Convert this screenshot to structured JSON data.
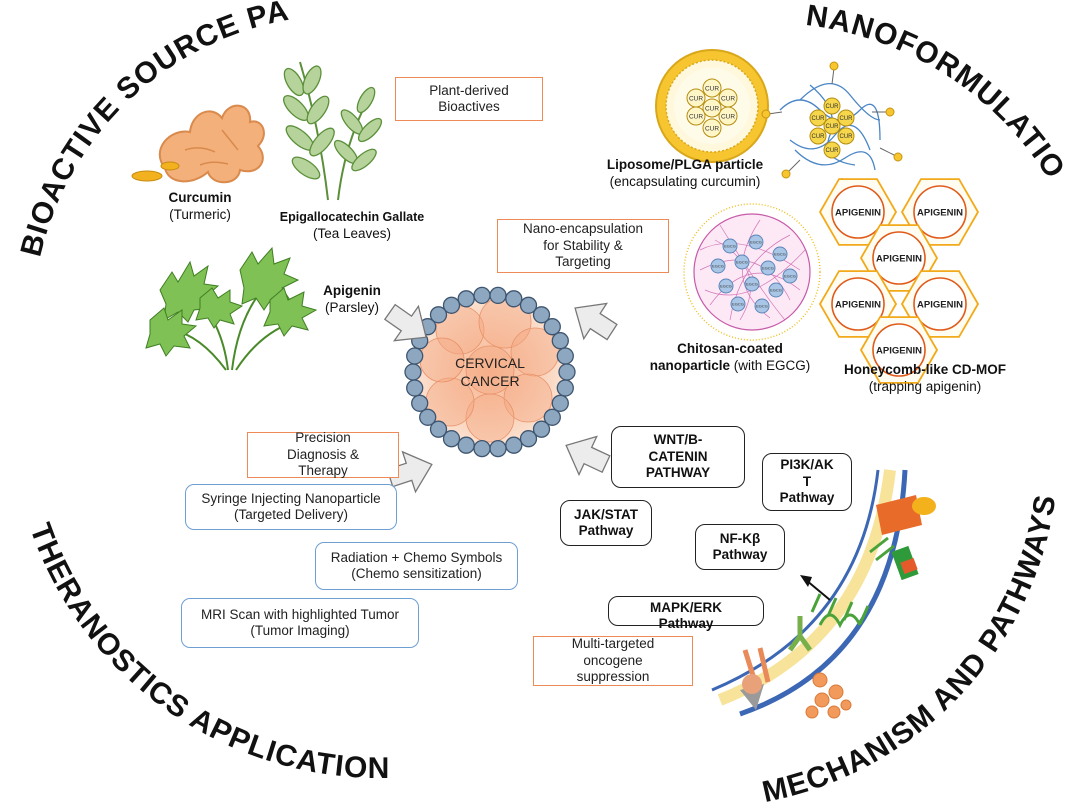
{
  "quadrant_titles": {
    "bioactive": "BIOACTIVE SOURCE PANEL",
    "nano": "NANOFORMULATION",
    "theranostics": "THERANOSTICS APPLICATIONS",
    "mechanism": "MECHANISM AND PATHWAYS"
  },
  "center": {
    "line1": "CERVICAL",
    "line2": "CANCER"
  },
  "sources": {
    "curcumin": {
      "name": "Curcumin",
      "source": "(Turmeric)"
    },
    "egcg": {
      "name": "Epigallocatechin Gallate",
      "source": "(Tea Leaves)"
    },
    "apigenin": {
      "name": "Apigenin",
      "source": "(Parsley)"
    }
  },
  "boxes": {
    "plant_derived": "Plant-derived\nBioactives",
    "nano_encapsulation": "Nano-encapsulation\nfor Stability &\nTargeting",
    "precision": "Precision\nDiagnosis &\nTherapy",
    "multi_targeted": "Multi-targeted\noncogene\nsuppression"
  },
  "nano": {
    "liposome": {
      "title": "Liposome/PLGA particle",
      "sub": "(encapsulating curcumin)"
    },
    "chitosan": {
      "title": "Chitosan-coated",
      "title2": "nanoparticle",
      "sub": "(with EGCG)"
    },
    "cdmof": {
      "title": "Honeycomb-like CD-MOF",
      "sub": "(trapping apigenin)"
    },
    "cur_label": "CUR",
    "egcg_label": "EGCG",
    "apigenin_label": "APIGENIN"
  },
  "theranostics": {
    "syringe": "Syringe Injecting Nanoparticle\n(Targeted Delivery)",
    "radiation": "Radiation + Chemo Symbols\n(Chemo sensitization)",
    "mri": "MRI Scan with highlighted Tumor\n(Tumor Imaging)"
  },
  "pathways": {
    "wnt": "WNT/B-\nCATENIN\nPATHWAY",
    "jak": "JAK/STAT\nPathway",
    "pi3k": "PI3K/AK\nT\nPathway",
    "nfkb": "NF-Kβ\nPathway",
    "mapk": "MAPK/ERK\nPathway"
  },
  "colors": {
    "box_orange": "#ee8a55",
    "box_blue": "#6f9fd2",
    "liposome_gold": "#f2c12e",
    "chitosan_pink": "#c65aa8",
    "mof_orange": "#f2a91a",
    "tumor_orange": "#f0a277",
    "cell_bead": "#8ea7c0",
    "membrane_blue": "#3c67b5"
  }
}
